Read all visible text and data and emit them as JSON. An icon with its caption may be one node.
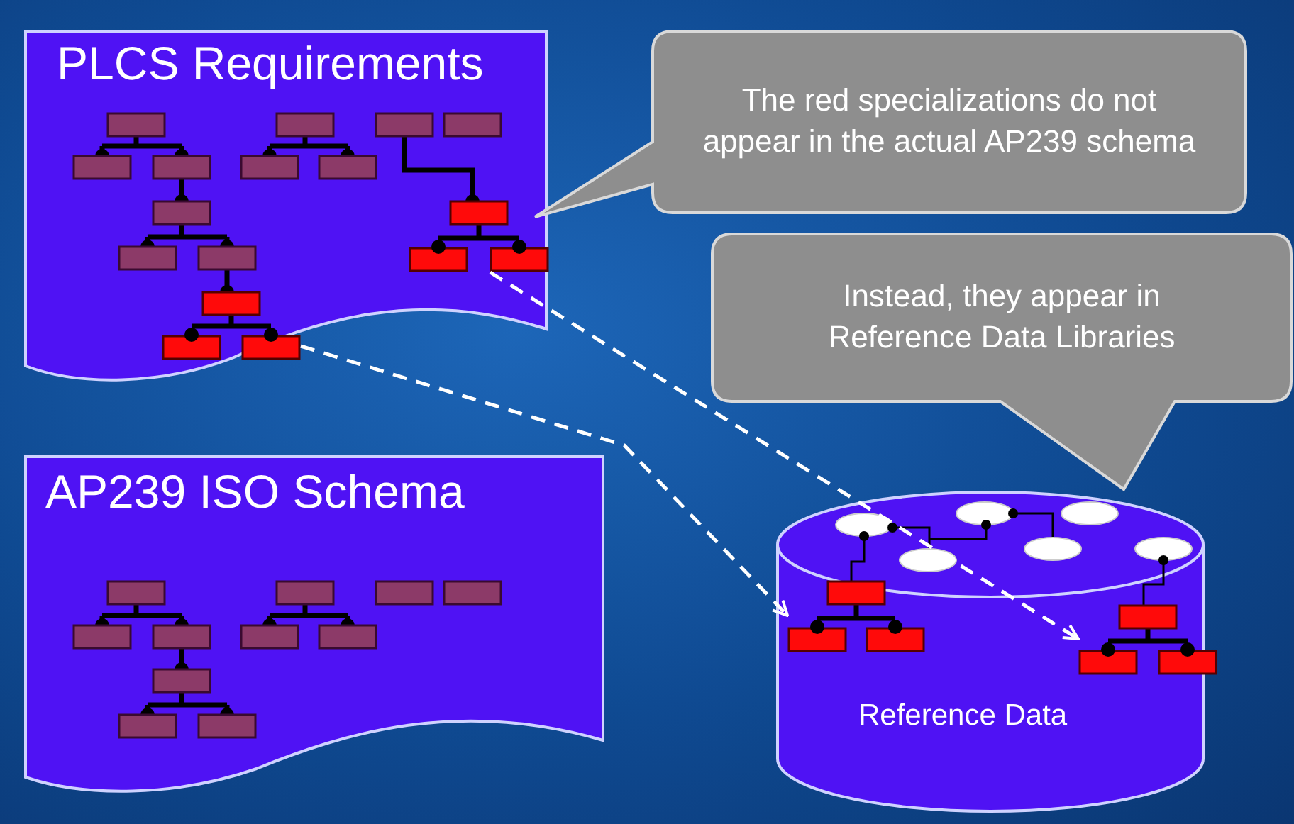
{
  "diagram": {
    "nodes": [
      {
        "text": [
          "PLCS Requirements"
        ]
      },
      {
        "text": [],
        "shape": "picture",
        "in": 0
      },
      {
        "text": [],
        "shape": "picture",
        "in": 0
      },
      {
        "text": [
          "The red specializations do not appear in the actual AP239 schema"
        ]
      },
      {
        "text": [
          "Instead, they appear in Reference Data Libraries"
        ]
      },
      {
        "text": [
          "AP239 ISO Schema"
        ]
      },
      {
        "text": [
          "Reference Data"
        ]
      },
      {
        "text": [],
        "shape": "picture",
        "in": 6
      },
      {
        "text": [],
        "shape": "picture",
        "in": 6
      }
    ],
    "edges": [
      {
        "from": 1,
        "to": 7,
        "arrow": "to",
        "style": "dashed"
      },
      {
        "from": 2,
        "to": 8,
        "arrow": "to",
        "style": "dashed"
      }
    ]
  }
}
